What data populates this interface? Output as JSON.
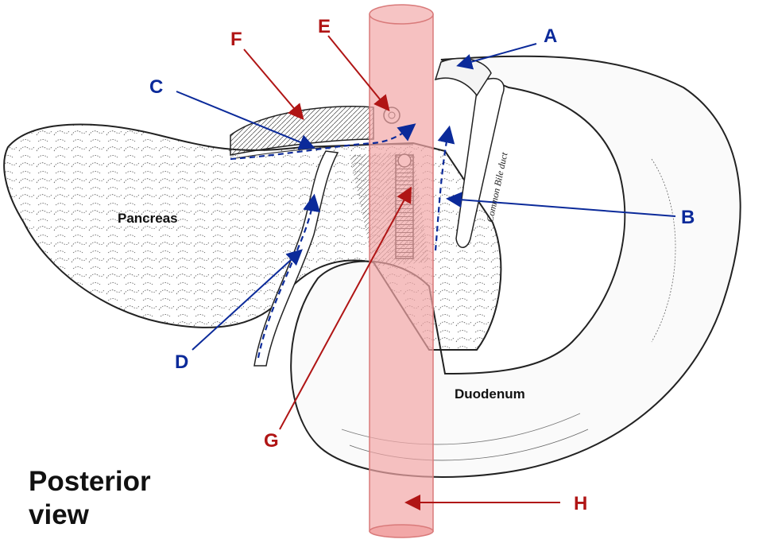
{
  "organ_labels": {
    "pancreas": "Pancreas",
    "duodenum": "Duodenum",
    "common_bile_duct": "Common Bile duct"
  },
  "caption": {
    "line1": "Posterior",
    "line2": "view"
  },
  "letters": {
    "A": "A",
    "B": "B",
    "C": "C",
    "D": "D",
    "E": "E",
    "F": "F",
    "G": "G",
    "H": "H"
  },
  "colors": {
    "blue_label": "#0b2a9a",
    "red_label": "#b01515",
    "vessel_fill": "#f2a7a7",
    "vessel_edge": "#d97a7a",
    "drawing_line": "#222222"
  }
}
